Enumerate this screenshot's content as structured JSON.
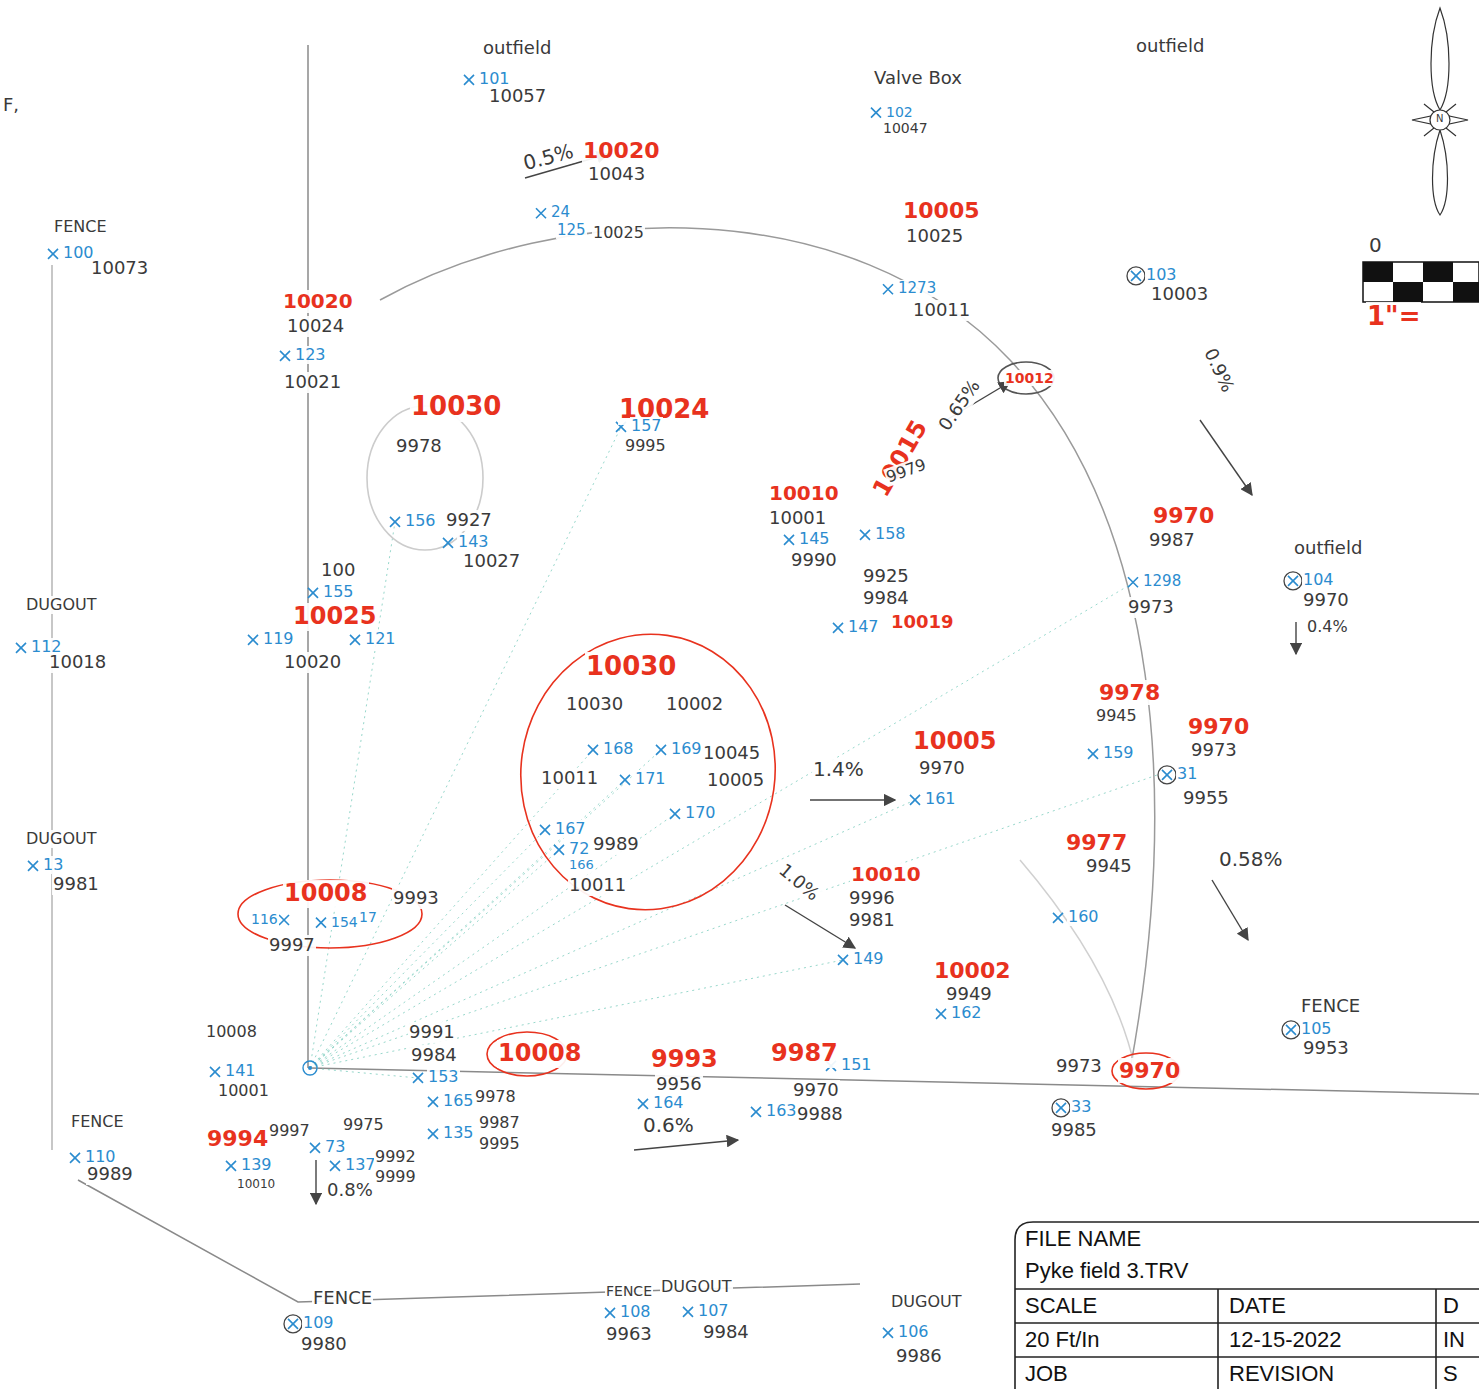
{
  "diagram": {
    "labels": [
      "F,",
      "outfield",
      "101",
      "10057",
      "Valve Box",
      "102",
      "10047",
      "10020",
      "10043",
      "24",
      "125",
      "10025",
      "FENCE",
      "100",
      "10073",
      "10020",
      "10024",
      "123",
      "10021",
      "10005",
      "10025",
      "1273",
      "10011",
      "outfield",
      "103",
      "10003",
      "10012",
      "0",
      "1\"=",
      "N",
      "0.5%",
      "10024",
      "157",
      "9995",
      "0.65%",
      "0.9%",
      "10030",
      "9978",
      "156",
      "9927",
      "143",
      "10027",
      "10010",
      "10001",
      "145",
      "9990",
      "10015",
      "9979",
      "158",
      "9925",
      "9984",
      "147",
      "10019",
      "9970",
      "9987",
      "1298",
      "9973",
      "outfield",
      "104",
      "9970",
      "0.4%",
      "DUGOUT",
      "112",
      "10018",
      "100",
      "155",
      "10025",
      "119",
      "121",
      "10020",
      "DUGOUT",
      "13",
      "9981",
      "10030",
      "10030",
      "10002",
      "168",
      "169",
      "171",
      "10045",
      "10005",
      "170",
      "10011",
      "167",
      "72",
      "9989",
      "166",
      "10011",
      "1.4%",
      "10005",
      "9970",
      "161",
      "9978",
      "9945",
      "159",
      "9970",
      "9973",
      "31",
      "9955",
      "0.58%",
      "9977",
      "9945",
      "160",
      "1.0%",
      "10010",
      "9996",
      "9981",
      "149",
      "10002",
      "9949",
      "162",
      "FENCE",
      "105",
      "9953",
      "10008",
      "9993",
      "116",
      "154",
      "17",
      "9997",
      "9991",
      "9984",
      "153",
      "165",
      "9978",
      "135",
      "9987",
      "9995",
      "10008",
      "10008",
      "141",
      "10001",
      "9994",
      "9997",
      "9975",
      "139",
      "73",
      "137",
      "9992",
      "9999",
      "10010",
      "0.8%",
      "9993",
      "9956",
      "164",
      "0.6%",
      "9987",
      "151",
      "9970",
      "163",
      "9988",
      "9973",
      "9970",
      "33",
      "9985",
      "FENCE",
      "110",
      "9989",
      "FENCE",
      "109",
      "9980",
      "FENCE",
      "108",
      "9963",
      "DUGOUT",
      "107",
      "9984",
      "DUGOUT",
      "106",
      "9986",
      "FILE NAME",
      "Pyke field 3.TRV",
      "SCALE",
      "DATE",
      "D",
      "20 Ft/In",
      "12-15-2022",
      "IN",
      "JOB",
      "REVISION",
      "S"
    ]
  }
}
